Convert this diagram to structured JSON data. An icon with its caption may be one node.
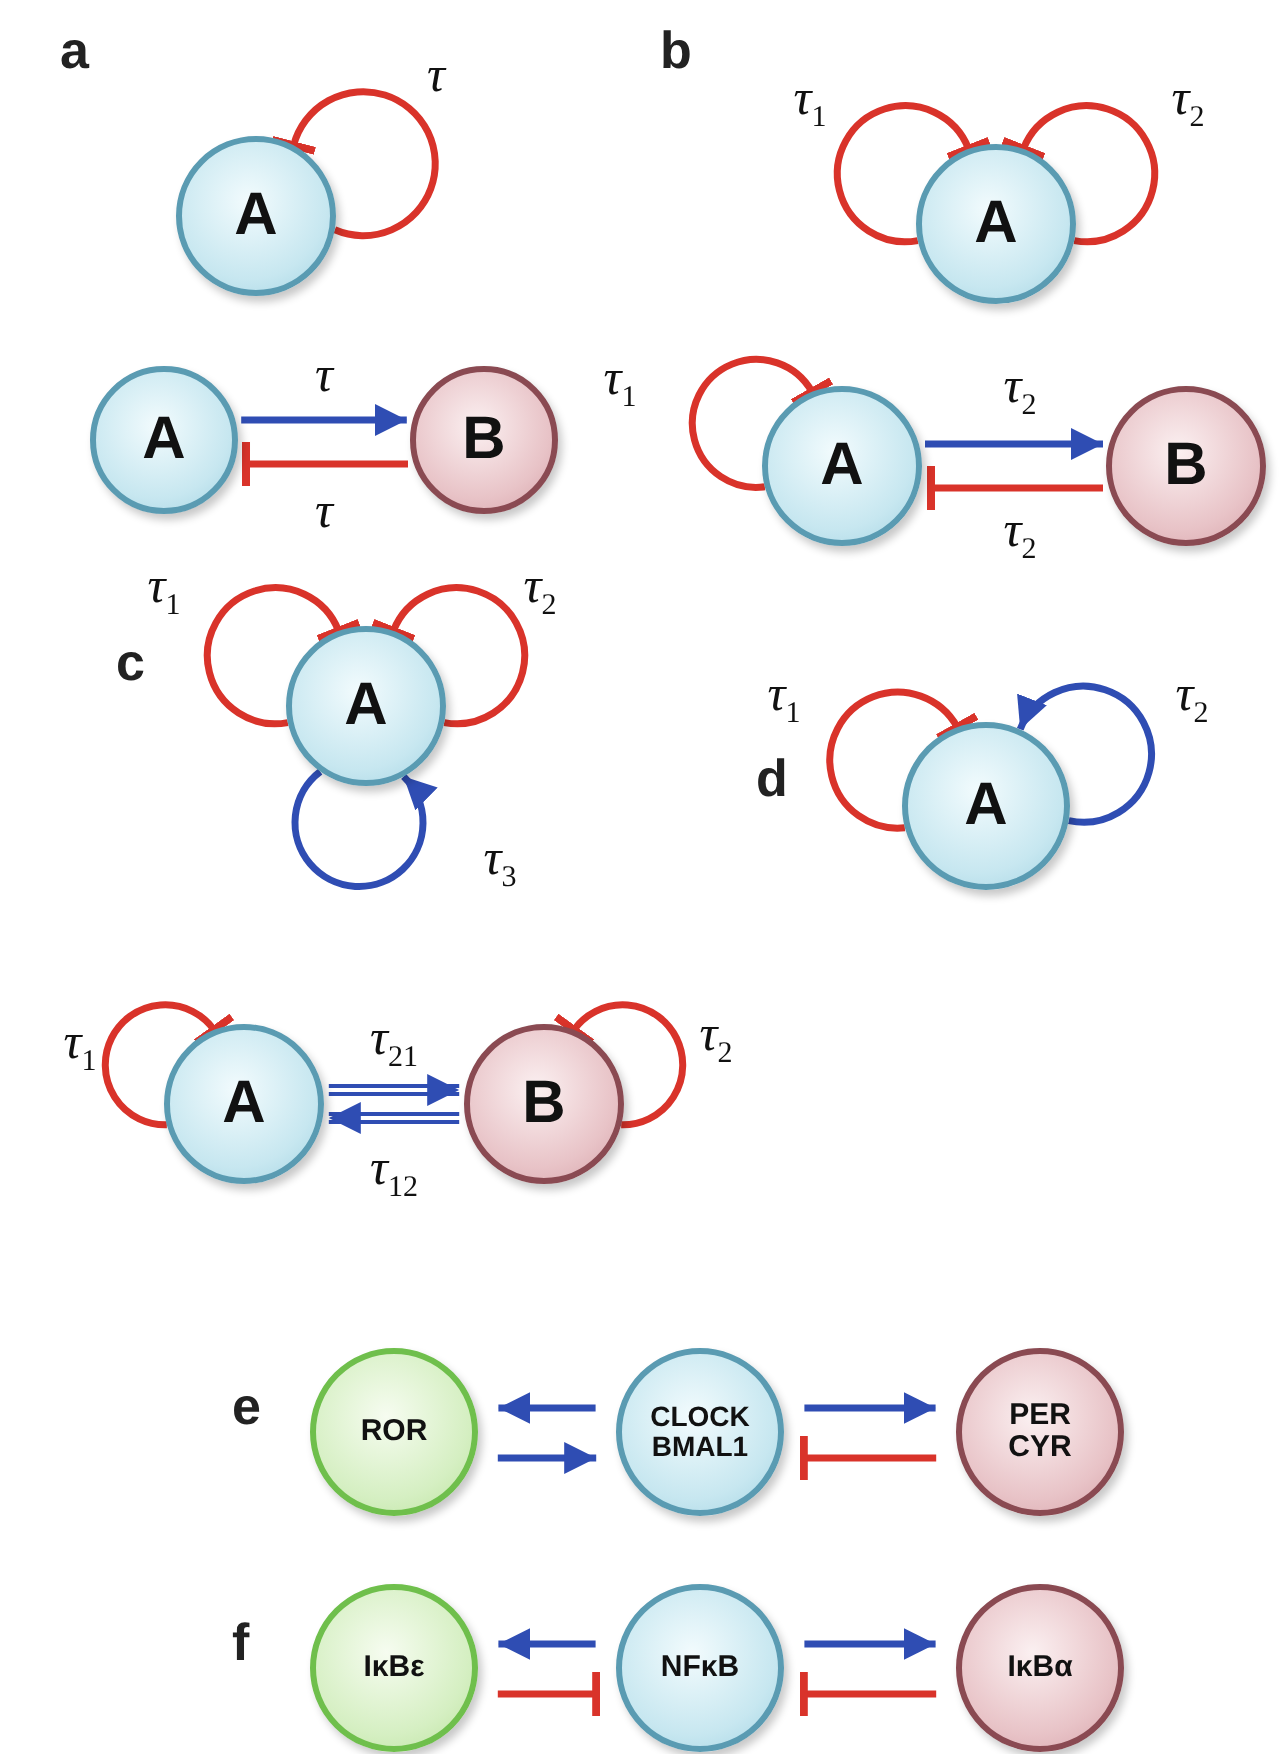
{
  "diagram": {
    "nodes": [
      {
        "text": [
          "A"
        ]
      },
      {
        "text": [
          "A"
        ]
      },
      {
        "text": [
          "B"
        ]
      },
      {
        "text": [
          "A"
        ]
      },
      {
        "text": [
          "A"
        ]
      },
      {
        "text": [
          "B"
        ]
      },
      {
        "text": [
          "A"
        ]
      },
      {
        "text": [
          "A"
        ]
      },
      {
        "text": [
          "B"
        ]
      },
      {
        "text": [
          "A"
        ]
      },
      {
        "text": [
          "ROR"
        ]
      },
      {
        "text": [
          "CLOCK BMAL1"
        ]
      },
      {
        "text": [
          "PER CYR"
        ]
      },
      {
        "text": [
          "IκBε"
        ]
      },
      {
        "text": [
          "NFκB"
        ]
      },
      {
        "text": [
          "IκBα"
        ]
      }
    ],
    "edges": [
      {
        "from": 0,
        "to": 0,
        "arrow": "other",
        "label": "τ"
      },
      {
        "from": 1,
        "to": 2,
        "arrow": "to",
        "label": "τ",
        "color": "#2f4db3"
      },
      {
        "from": 2,
        "to": 1,
        "arrow": "other",
        "label": "τ"
      },
      {
        "from": 3,
        "to": 3,
        "arrow": "other",
        "label": "τ$_{1}$"
      },
      {
        "from": 3,
        "to": 3,
        "arrow": "other",
        "label": "τ$_{2}$"
      },
      {
        "from": 4,
        "to": 4,
        "arrow": "other",
        "label": "τ$_{1}$"
      },
      {
        "from": 4,
        "to": 5,
        "arrow": "to",
        "label": "τ$_{2}$",
        "color": "#2f4db3"
      },
      {
        "from": 5,
        "to": 4,
        "arrow": "other",
        "label": "τ$_{2}$"
      },
      {
        "from": 6,
        "to": 6,
        "arrow": "other",
        "label": "τ$_{1}$"
      },
      {
        "from": 6,
        "to": 6,
        "arrow": "other",
        "label": "τ$_{2}$"
      },
      {
        "from": 6,
        "to": 6,
        "arrow": "to",
        "label": "τ$_{3}$",
        "color": "#2f4db3"
      },
      {
        "from": 7,
        "to": 7,
        "arrow": "other",
        "label": "τ$_{1}$"
      },
      {
        "from": 7,
        "to": 8,
        "arrow": "to",
        "label": "τ$_{21}$",
        "color": "#2f4db3"
      },
      {
        "from": 8,
        "to": 7,
        "arrow": "to",
        "label": "τ$_{12}$",
        "color": "#2f4db3"
      },
      {
        "from": 8,
        "to": 8,
        "arrow": "other",
        "label": "τ$_{2}$"
      },
      {
        "from": 9,
        "to": 9,
        "arrow": "other",
        "label": "τ$_{1}$"
      },
      {
        "from": 9,
        "to": 9,
        "arrow": "to",
        "label": "τ$_{2}$",
        "color": "#2f4db3"
      },
      {
        "from": 11,
        "to": 10,
        "arrow": "to",
        "color": "#2f4db3"
      },
      {
        "from": 10,
        "to": 11,
        "arrow": "to",
        "color": "#2f4db3"
      },
      {
        "from": 11,
        "to": 12,
        "arrow": "to",
        "color": "#2f4db3"
      },
      {
        "from": 12,
        "to": 11,
        "arrow": "other"
      },
      {
        "from": 14,
        "to": 13,
        "arrow": "to",
        "color": "#2f4db3"
      },
      {
        "from": 13,
        "to": 14,
        "arrow": "other"
      },
      {
        "from": 14,
        "to": 15,
        "arrow": "to",
        "color": "#2f4db3"
      },
      {
        "from": 15,
        "to": 14,
        "arrow": "other"
      }
    ],
    "labels": [
      "a",
      "b",
      "c",
      "d",
      "e",
      "f"
    ]
  }
}
